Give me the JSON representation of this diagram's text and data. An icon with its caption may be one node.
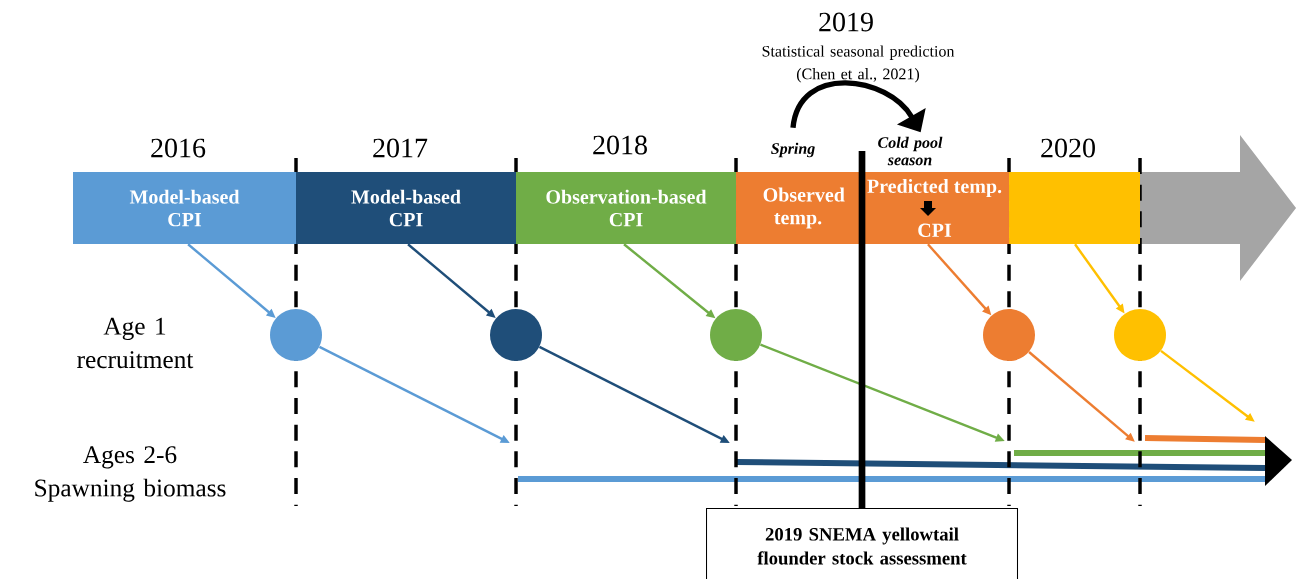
{
  "diagram": {
    "nodes": [
      {
        "text": [
          "Model-based CPI"
        ]
      },
      {
        "text": [
          "Model-based CPI"
        ]
      },
      {
        "text": [
          "Observation-based CPI"
        ]
      },
      {
        "text": [
          "Observed temp."
        ]
      },
      {
        "text": [
          "Predicted temp.",
          "CPI"
        ]
      },
      {
        "text": [],
        "shape": "box"
      },
      {
        "text": [],
        "shape": "circle"
      },
      {
        "text": [],
        "shape": "circle"
      },
      {
        "text": [],
        "shape": "circle"
      },
      {
        "text": [],
        "shape": "circle"
      },
      {
        "text": [],
        "shape": "circle"
      },
      {
        "text": [
          "2019 SNEMA yellowtail flounder stock assessment"
        ]
      },
      {
        "text": [
          "Spring"
        ]
      },
      {
        "text": [
          "Cold pool season"
        ]
      }
    ],
    "edges": [
      {
        "from": 0,
        "to": 6,
        "arrow": "to",
        "color": "#5b9bd5"
      },
      {
        "from": 1,
        "to": 7,
        "arrow": "to",
        "color": "#1f4e79"
      },
      {
        "from": 2,
        "to": 8,
        "arrow": "to",
        "color": "#70ad47"
      },
      {
        "from": 4,
        "to": 9,
        "arrow": "to",
        "color": "#ed7d31"
      },
      {
        "from": 5,
        "to": 10,
        "arrow": "to",
        "color": "#ffc000"
      },
      {
        "from": 6,
        "to": null,
        "arrow": "to",
        "color": "#5b9bd5"
      },
      {
        "from": 7,
        "to": null,
        "arrow": "to",
        "color": "#1f4e79"
      },
      {
        "from": 8,
        "to": null,
        "arrow": "to",
        "color": "#70ad47"
      },
      {
        "from": 9,
        "to": null,
        "arrow": "to",
        "color": "#ed7d31"
      },
      {
        "from": 10,
        "to": null,
        "arrow": "to",
        "color": "#ffc000"
      },
      {
        "from": 12,
        "to": 13,
        "arrow": "to",
        "style": "thick",
        "color": "#000000"
      },
      {
        "from": 11,
        "to": 13,
        "arrow": "none",
        "style": "thick",
        "color": "#000000"
      }
    ],
    "labels": [
      "2016",
      "2017",
      "2018",
      "2019",
      "Statistical seasonal prediction (Chen et al., 2021)",
      "2020",
      "Age 1 recruitment",
      "Ages 2-6 Spawning biomass"
    ]
  }
}
